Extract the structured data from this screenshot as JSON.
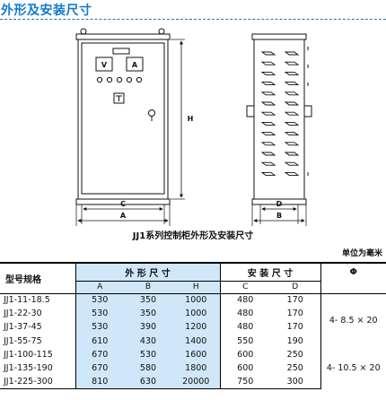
{
  "page": {
    "title": "外形及安装尺寸",
    "caption": "JJ1系列控制柜外形及安装尺寸",
    "unit": "单位为毫米",
    "accent_color": "#1479c9",
    "shade_color": "#cfe7f8"
  },
  "drawing": {
    "front_labels": {
      "meter_v": "V",
      "meter_a": "A",
      "width_c": "C",
      "width_a": "A",
      "height_h": "H"
    },
    "side_labels": {
      "depth_d": "D",
      "depth_b": "B"
    }
  },
  "table": {
    "group_headers": {
      "model": "型号规格",
      "outline": "外 形 尺 寸",
      "install": "安 装 尺 寸",
      "hole": "Φ"
    },
    "sub_headers": {
      "a": "A",
      "b": "B",
      "h": "H",
      "c": "C",
      "d": "D"
    },
    "rows": [
      {
        "model": "JJ1-11-18.5",
        "a": "530",
        "b": "350",
        "h": "1000",
        "c": "480",
        "d": "170"
      },
      {
        "model": "JJ1-22-30",
        "a": "530",
        "b": "350",
        "h": "1000",
        "c": "480",
        "d": "170"
      },
      {
        "model": "JJ1-37-45",
        "a": "530",
        "b": "390",
        "h": "1200",
        "a2": "",
        "c": "480",
        "d": "170"
      },
      {
        "model": "JJ1-55-75",
        "a": "610",
        "b": "430",
        "h": "1400",
        "c": "550",
        "d": "190"
      },
      {
        "model": "JJ1-100-115",
        "a": "670",
        "b": "530",
        "h": "1600",
        "c": "600",
        "d": "250"
      },
      {
        "model": "JJ1-135-190",
        "a": "670",
        "b": "580",
        "h": "1800",
        "c": "600",
        "d": "250"
      },
      {
        "model": "JJ1-225-300",
        "a": "810",
        "b": "630",
        "h": "20000",
        "c": "750",
        "d": "300"
      }
    ],
    "hole_groups": [
      {
        "text": "4- 8.5 × 20",
        "rowspan": 4
      },
      {
        "text": "4- 10.5 × 20",
        "rowspan": 3
      }
    ]
  }
}
